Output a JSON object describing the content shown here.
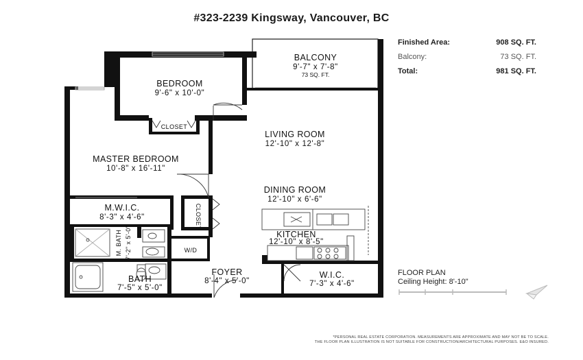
{
  "title": "#323-2239 Kingsway, Vancouver, BC",
  "areas": [
    {
      "label": "Finished Area:",
      "value": "908 SQ. FT.",
      "style": "bold"
    },
    {
      "label": "Balcony:",
      "value": "73 SQ. FT.",
      "style": "light"
    },
    {
      "label": "Total:",
      "value": "981 SQ. FT.",
      "style": "bold"
    }
  ],
  "rooms": {
    "balcony": {
      "name": "BALCONY",
      "dims": "9'-7\" x 7'-8\"",
      "area": "73 SQ. FT."
    },
    "bedroom": {
      "name": "BEDROOM",
      "dims": "9'-6\" x 10'-0\""
    },
    "closet1": {
      "name": "CLOSET"
    },
    "living": {
      "name": "LIVING ROOM",
      "dims": "12'-10\" x 12'-8\""
    },
    "master": {
      "name": "MASTER BEDROOM",
      "dims": "10'-8\" x 16'-11\""
    },
    "dining": {
      "name": "DINING ROOM",
      "dims": "12'-10\" x 6'-6\""
    },
    "mwic": {
      "name": "M.W.I.C.",
      "dims": "8'-3\" x 4'-6\""
    },
    "closet2": {
      "name": "CLOSET"
    },
    "mbath": {
      "name": "M. BATH",
      "dims": "7'-2\" x 5'-0\""
    },
    "wd": {
      "name": "W/D"
    },
    "kitchen": {
      "name": "KITCHEN",
      "dims": "12'-10\" x 8'-5\""
    },
    "bath": {
      "name": "BATH",
      "dims": "7'-5\" x 5'-0\""
    },
    "foyer": {
      "name": "FOYER",
      "dims": "8'-4\" x 5'-0\""
    },
    "wic": {
      "name": "W.I.C.",
      "dims": "7'-3\" x 4'-6\""
    }
  },
  "floor_plan": {
    "heading": "FLOOR PLAN",
    "ceiling": "Ceiling Height: 8'-10\""
  },
  "disclaimer": {
    "line1": "*PERSONAL REAL ESTATE CORPORATION. MEASUREMENTS ARE APPROXIMATE AND MAY NOT BE TO SCALE.",
    "line2": "THE FLOOR PLAN ILLUSTRATION IS NOT SUITABLE FOR CONSTRUCTION/ARCHITECTURAL PURPOSES. E&O INSURED."
  },
  "icons": {
    "compass": "north-arrow-icon"
  }
}
